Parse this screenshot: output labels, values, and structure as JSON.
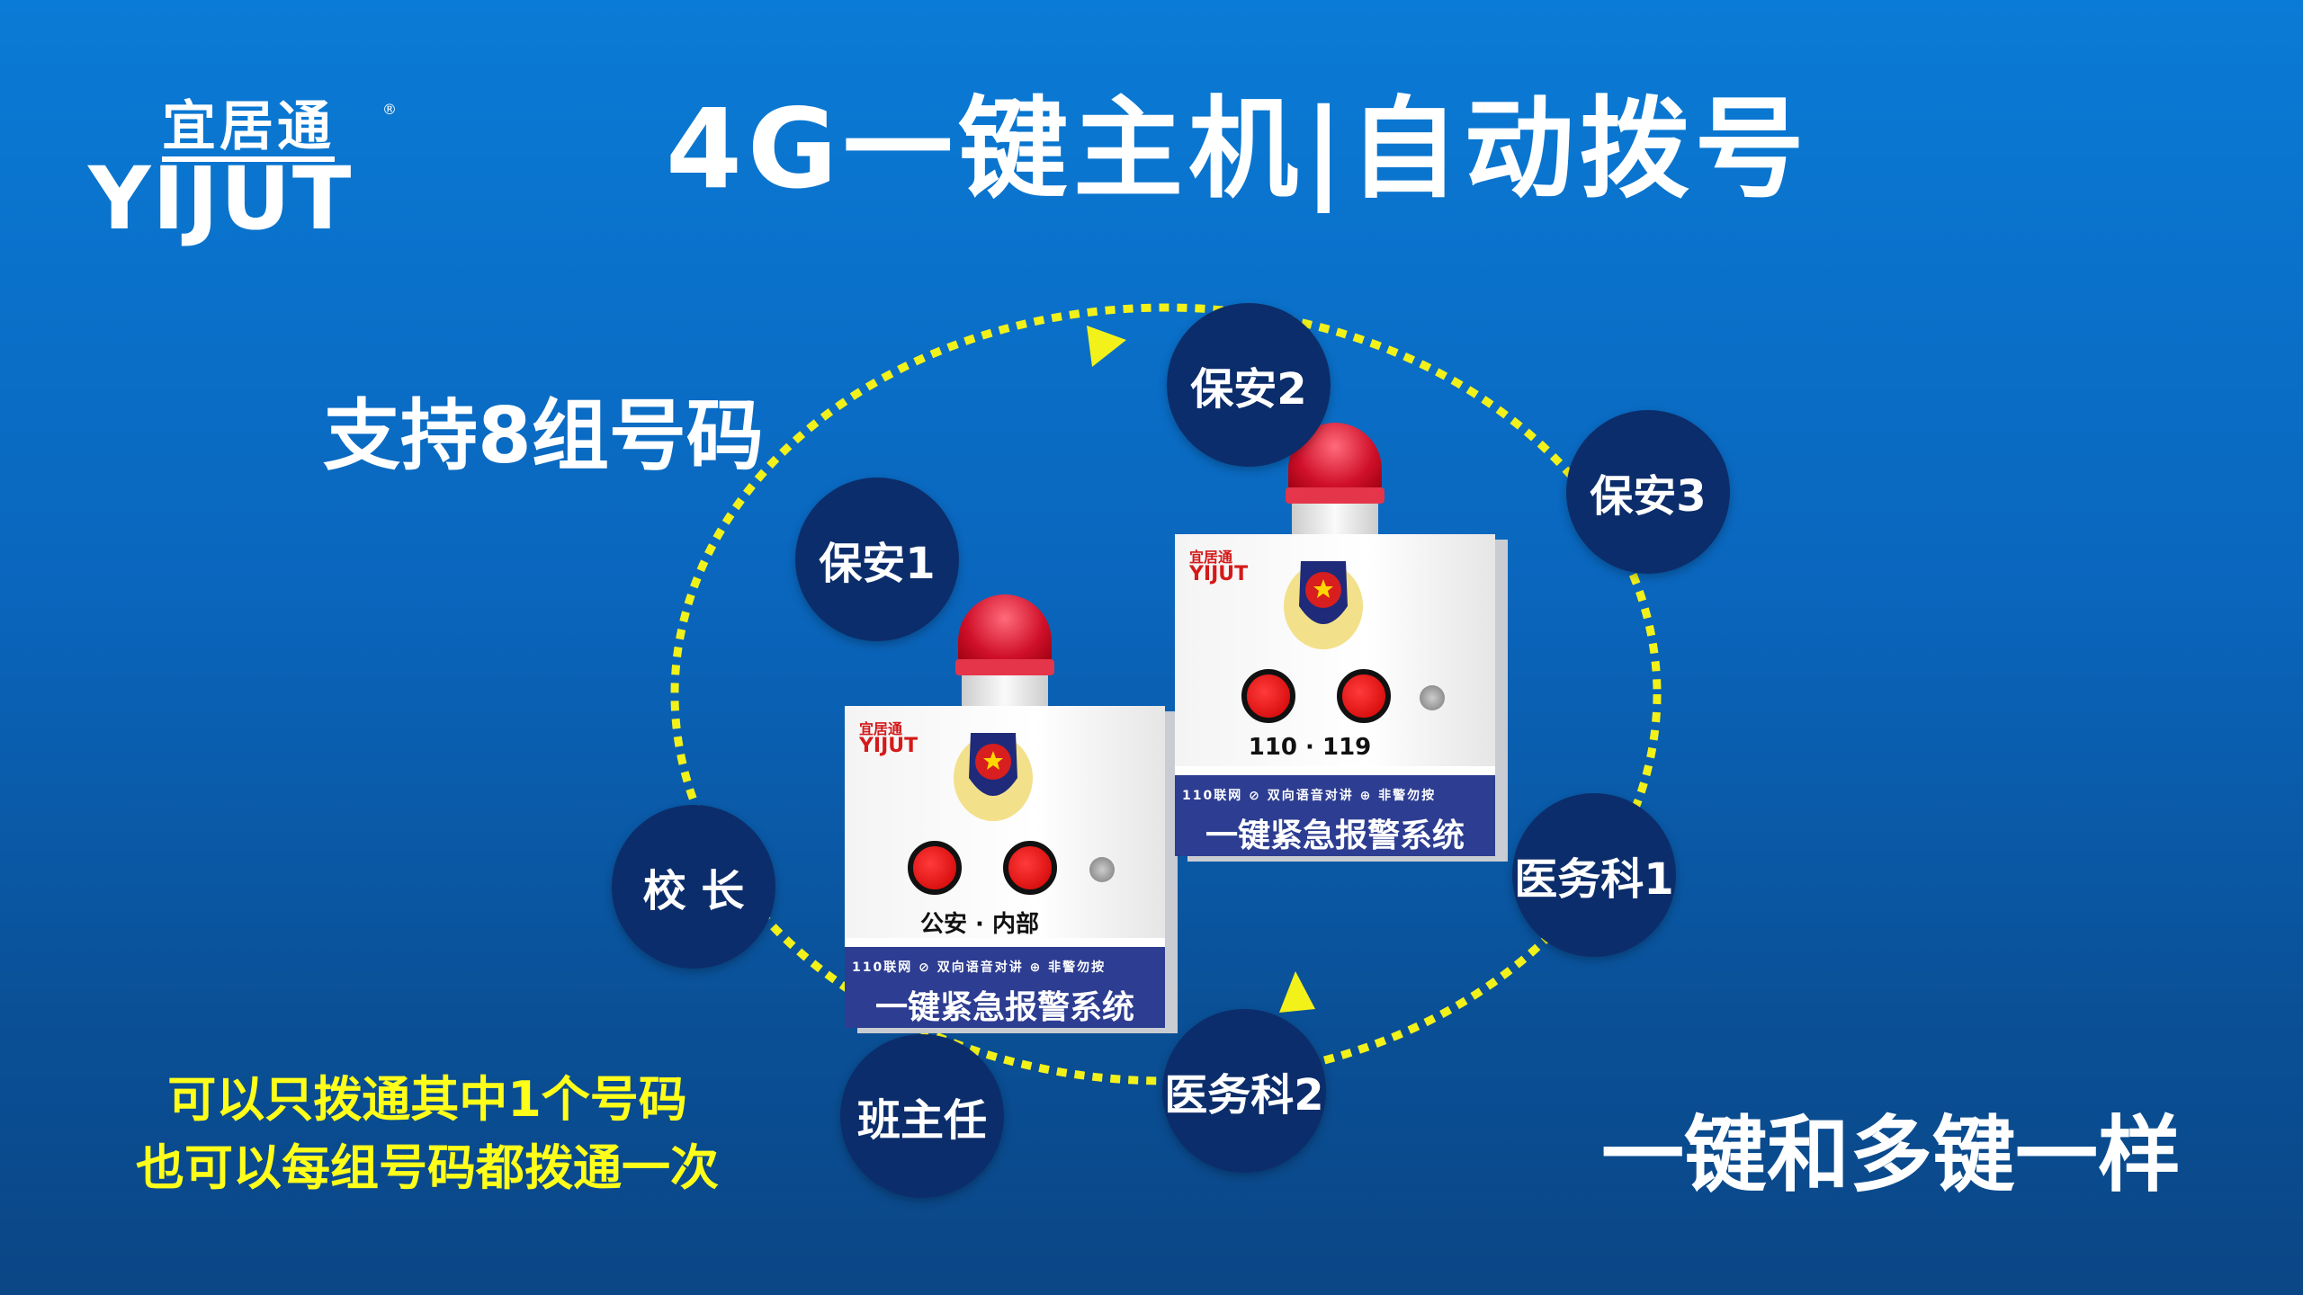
{
  "logo": {
    "cn": "宜居通",
    "en": "YIJUT",
    "reg": "®"
  },
  "title": "4G一键主机|自动拨号",
  "support_text": "支持8组号码",
  "nodes": [
    "保安1",
    "保安2",
    "保安3",
    "医务科1",
    "医务科2",
    "班主任",
    "校 长"
  ],
  "dial_notes": [
    "可以只拨通其中1个号码",
    "也可以每组号码都拨通一次"
  ],
  "same_text": "一键和多键一样",
  "devices": [
    {
      "logo_cn": "宜居通",
      "logo_en": "YIJUT",
      "button_labels": "公安 · 内部",
      "band_top": "110联网 ⊘ 双向语音对讲 ⊕ 非警勿按",
      "band_main": "一键紧急报警系统"
    },
    {
      "logo_cn": "宜居通",
      "logo_en": "YIJUT",
      "button_labels": "110 · 119",
      "band_top": "110联网 ⊘ 双向语音对讲 ⊕ 非警勿按",
      "band_main": "一键紧急报警系统"
    }
  ],
  "colors": {
    "accent_yellow": "#ffff1a",
    "node_navy": "#0c2d6b",
    "band_blue": "#2d3d91"
  }
}
